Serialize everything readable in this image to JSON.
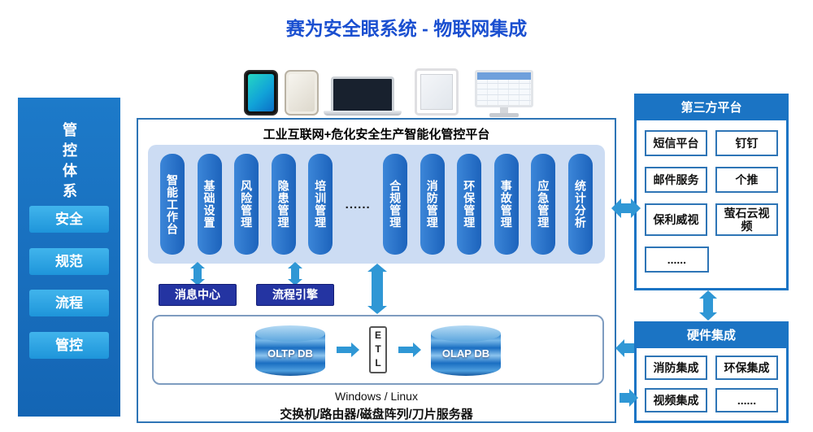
{
  "title": "赛为安全眼系统 - 物联网集成",
  "left_panel": {
    "title": "管控体系",
    "items": [
      "安全",
      "规范",
      "流程",
      "管控"
    ]
  },
  "devices": [
    "smartphone",
    "smartphone",
    "laptop",
    "tablet",
    "desktop-monitor"
  ],
  "platform": {
    "title": "工业互联网+危化安全生产智能化管控平台",
    "modules": [
      "智能工作台",
      "基础设置",
      "风险管理",
      "隐患管理",
      "培训管理",
      "合规管理",
      "消防管理",
      "环保管理",
      "事故管理",
      "应急管理",
      "统计分析"
    ],
    "dots": "......",
    "services": [
      "消息中心",
      "流程引擎"
    ],
    "databases": {
      "oltp": "OLTP DB",
      "etl": "ETL",
      "olap": "OLAP DB"
    },
    "os_label": "Windows / Linux",
    "infra_label": "交换机/路由器/磁盘阵列/刀片服务器"
  },
  "third_party": {
    "title": "第三方平台",
    "items": [
      "短信平台",
      "钉钉",
      "邮件服务",
      "个推",
      "保利威视",
      "萤石云视频",
      "......"
    ]
  },
  "hardware": {
    "title": "硬件集成",
    "items": [
      "消防集成",
      "环保集成",
      "视频集成",
      "......"
    ]
  },
  "colors": {
    "title_blue": "#1a4fd0",
    "panel_blue": "#1b74c4",
    "pill_blue": "#1c63bc",
    "strip_bg": "#ccdcf3",
    "item_sky_blue": "#2ea3e4",
    "engine_navy": "#2434a2",
    "arrow_blue": "#2f97d5"
  }
}
